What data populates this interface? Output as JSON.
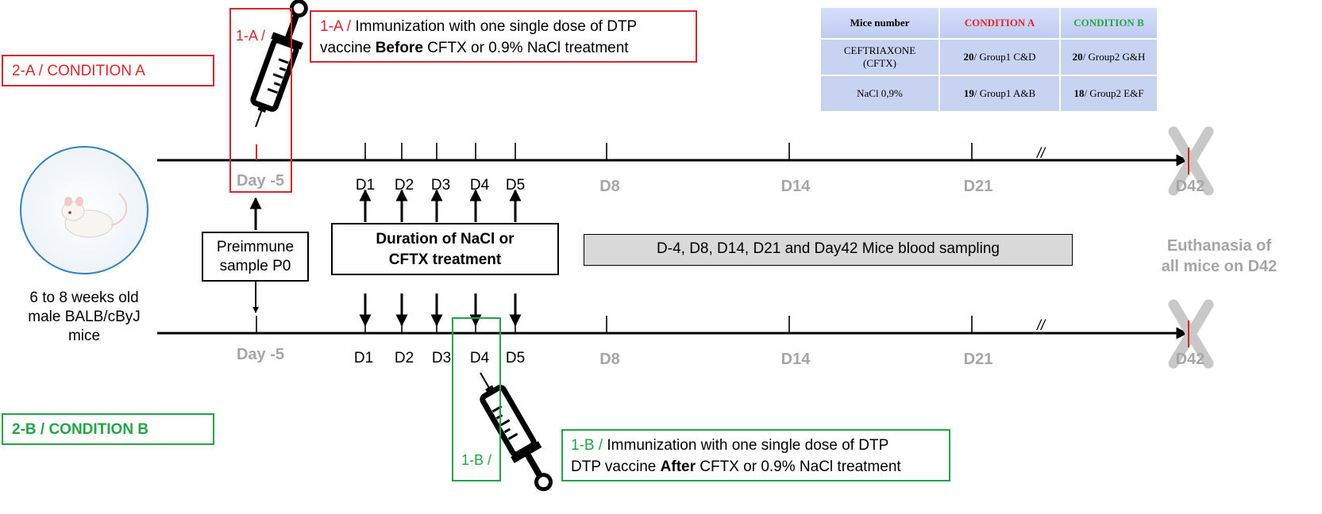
{
  "condition_a": {
    "label": "2-A / CONDITION A",
    "step_label": "1-A /",
    "note_prefix": "1-A /",
    "note_line1_rest": " Immunization with one single dose of DTP",
    "note_line2_pre": "vaccine ",
    "note_line2_bold": "Before",
    "note_line2_post": " CFTX or 0.9% NaCl treatment",
    "day_start": "Day -5"
  },
  "condition_b": {
    "label": "2-B / CONDITION B",
    "step_label": "1-B /",
    "note_prefix": "1-B /",
    "note_line1_rest": " Immunization with one single dose of DTP",
    "note_line2_pre": "DTP vaccine ",
    "note_line2_bold": "After",
    "note_line2_post": " CFTX or 0.9% NaCl treatment",
    "day_start": "Day -5"
  },
  "timeline": {
    "treatment_days": [
      "D1",
      "D2",
      "D3",
      "D4",
      "D5"
    ],
    "sampling_days": [
      "D8",
      "D14",
      "D21",
      "D42"
    ],
    "break_mark": "//"
  },
  "mouse": {
    "caption_lines": [
      "6 to 8 weeks old",
      "male BALB/cByJ",
      "mice"
    ]
  },
  "preimmune": {
    "lines": [
      "Preimmune",
      "sample P0"
    ]
  },
  "treatment_box": {
    "lines": [
      "Duration of NaCl or",
      "CFTX treatment"
    ]
  },
  "sampling_box": {
    "text": "D-4, D8, D14, D21 and Day42 Mice blood sampling"
  },
  "euthanasia": {
    "lines": [
      "Euthanasia of",
      "all mice on D42"
    ]
  },
  "mice_table": {
    "header": [
      "Mice number",
      "CONDITION A",
      "CONDITION B"
    ],
    "rows": [
      {
        "label": [
          "CEFTRIAXONE",
          "(CFTX)"
        ],
        "a_bold": "20",
        "a_rest": "/ Group1 C&D",
        "b_bold": "20",
        "b_rest": "/ Group2 G&H"
      },
      {
        "label": [
          "NaCl 0,9%"
        ],
        "a_bold": "19",
        "a_rest": "/ Group1 A&B",
        "b_bold": "18",
        "b_rest": "/ Group2 E&F"
      }
    ]
  },
  "colors": {
    "red": "#e0262b",
    "green": "#21a646",
    "gray": "#a6a6a6",
    "table_bg": "#c8d3f2"
  }
}
